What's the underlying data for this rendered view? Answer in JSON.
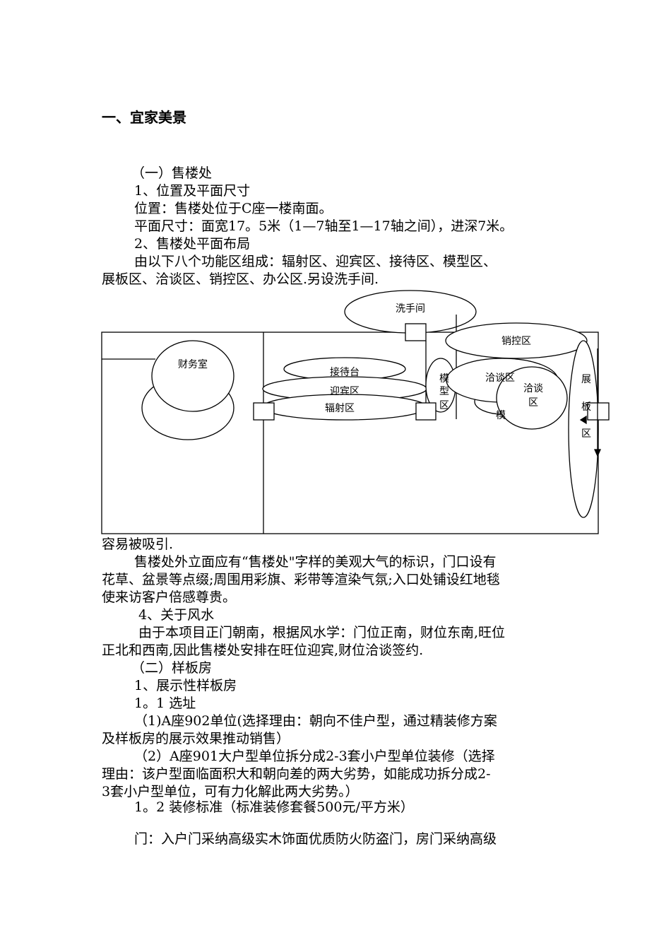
{
  "heading": "一、宜家美景",
  "section1": {
    "title": "（一）售楼处",
    "sub1": "1、位置及平面尺寸",
    "location": "位置：售楼处位于C座一楼南面。",
    "size": "平面尺寸：面宽17。5米（1—7轴至1—17轴之间），进深7米。",
    "sub2": "2、售楼处平面布局",
    "layout_l1": "由以下八个功能区组成：辐射区、迎宾区、接待区、模型区、",
    "layout_l2": "展板区、洽谈区、销控区、办公区.另设洗手间."
  },
  "diagram": {
    "washroom": "洗手间",
    "sales_control": "销控区",
    "finance": "财务室",
    "reception_desk": "接待台",
    "welcome": "迎宾区",
    "radiation": "辐射区",
    "model_1": "模",
    "model_2": "型",
    "model_3": "区",
    "negotiation_a": "洽谈区",
    "negotiation_b1": "洽谈",
    "negotiation_b2": "区",
    "model_hidden": "模",
    "display_1": "展",
    "display_2": "板",
    "display_3": "区"
  },
  "body": {
    "l1": "容易被吸引.",
    "l2": "售楼处外立面应有“售楼处\"字样的美观大气的标识，门口设有",
    "l3": "花草、盆景等点缀;周围用彩旗、彩带等渲染气氛;入口处铺设红地毯",
    "l4": "使来访客户倍感尊贵。",
    "l5": "4、关于风水",
    "l6": "由于本项目正门朝南，根据风水学：门位正南，财位东南,旺位",
    "l7": "正北和西南,因此售楼处安排在旺位迎宾,财位洽谈签约.",
    "l8": "（二）样板房",
    "l9": "1、展示性样板房",
    "l10": "1。1 选址",
    "l11": "（1)A座902单位(选择理由：朝向不佳户型，通过精装修方案",
    "l12": "及样板房的展示效果推动销售）",
    "l13": "（2）A座901大户型单位拆分成2-3套小户型单位装修（选择",
    "l14": "理由：该户型面临面积大和朝向差的两大劣势，如能成功拆分成2-",
    "l15": "3套小户型单位，可有力化解此两大劣势。）",
    "l16": "1。2 装修标准（标准装修套餐500元/平方米）",
    "l17": "门：入户门采纳高级实木饰面优质防火防盗门，房门采纳高级"
  }
}
